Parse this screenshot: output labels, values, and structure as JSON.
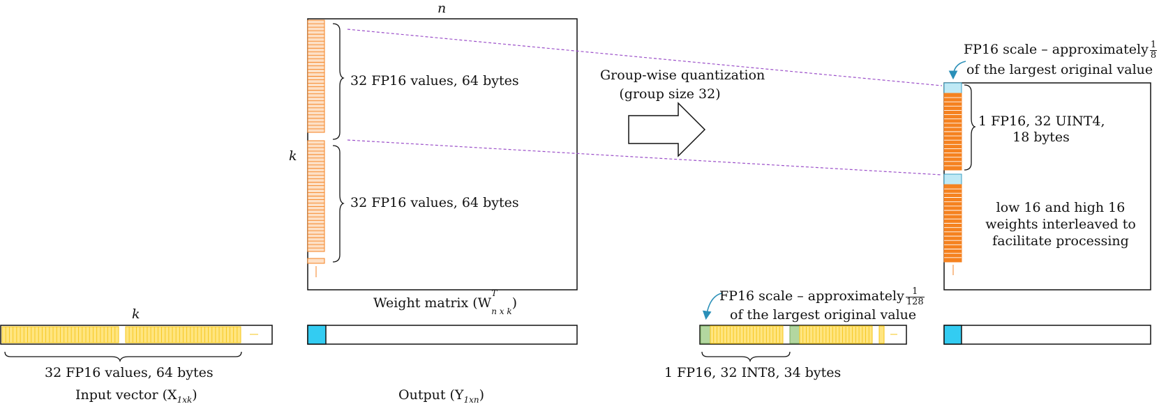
{
  "weight_matrix": {
    "dim_top": "n",
    "dim_side": "k",
    "group_label_1": "32 FP16 values, 64 bytes",
    "group_label_2": "32 FP16 values, 64 bytes",
    "caption_prefix": "Weight matrix (W",
    "caption_sup": "T",
    "caption_sub": "n x k",
    "caption_suffix": ")"
  },
  "arrow": {
    "line1": "Group-wise quantization",
    "line2": "(group size 32)"
  },
  "uint4_block": {
    "scale_note_line1": "FP16 scale – approximately",
    "scale_note_num": "1",
    "scale_note_den": "8",
    "scale_note_line2": "of the largest original value",
    "group_label_line1": "1 FP16, 32 UINT4,",
    "group_label_line2": "18 bytes",
    "interleave_line1": "low 16 and high 16",
    "interleave_line2": "weights interleaved to",
    "interleave_line3": "facilitate processing"
  },
  "input_vector": {
    "dim_top": "k",
    "group_label": "32 FP16 values, 64 bytes",
    "caption_prefix": "Input vector (X",
    "caption_sub": "1xk",
    "caption_suffix": ")"
  },
  "output_vector": {
    "caption_prefix": "Output (Y",
    "caption_sub": "1xn",
    "caption_suffix": ")"
  },
  "int8_vector": {
    "scale_note_line1": "FP16 scale – approximately",
    "scale_note_num": "1",
    "scale_note_den": "128",
    "scale_note_line2": "of the largest original value",
    "group_label": "1 FP16, 32 INT8, 34 bytes"
  },
  "colors": {
    "fp16_weight": "#f58220",
    "fp16_weight_fill": "#fde0c6",
    "uint4_fill": "#f58220",
    "scale_fill": "#bfe9f5",
    "output_fill": "#33ccf2",
    "input_fill": "#ffe580",
    "input_line": "#f5c518",
    "int8_scale_fill": "#b3d7a0",
    "dashed_connector": "#9b4fc9",
    "callout_arrow": "#2a8fb8"
  }
}
